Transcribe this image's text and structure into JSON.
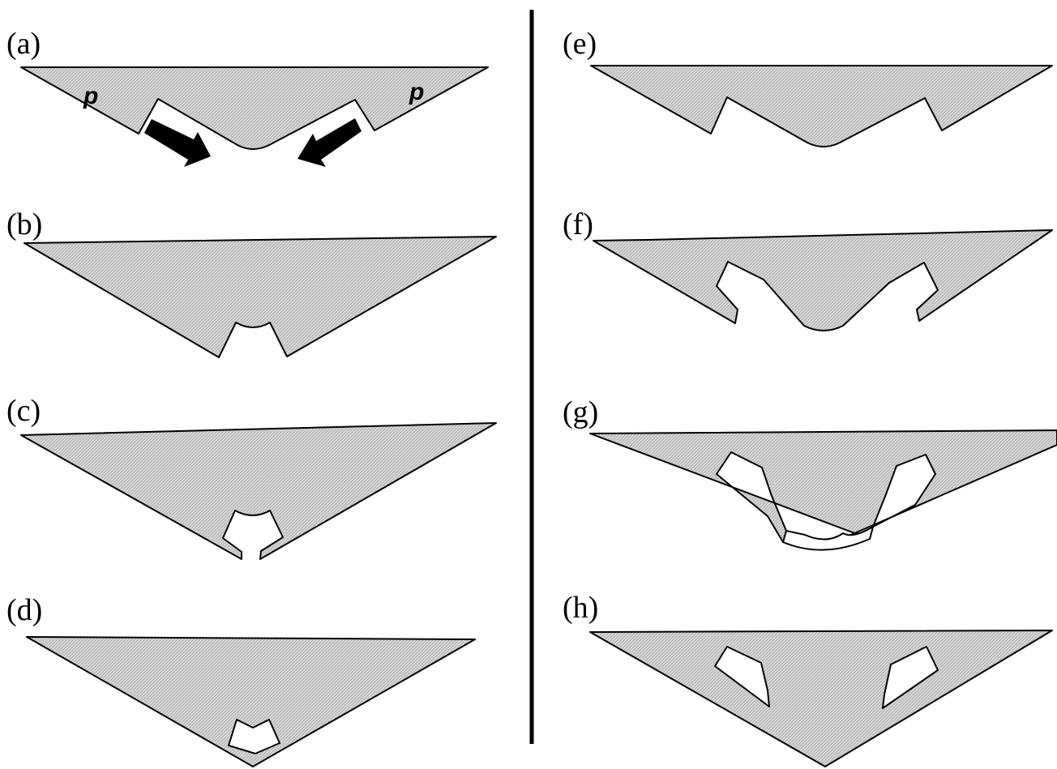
{
  "panels": {
    "a": {
      "label": "(a)",
      "left_label": "p",
      "right_label": "p"
    },
    "b": {
      "label": "(b)"
    },
    "c": {
      "label": "(c)"
    },
    "d": {
      "label": "(d)"
    },
    "e": {
      "label": "(e)"
    },
    "f": {
      "label": "(f)"
    },
    "g": {
      "label": "(g)"
    },
    "h": {
      "label": "(h)"
    }
  },
  "colors": {
    "fill": "#d6d6d6",
    "hatch": "#a8a8a8",
    "stroke": "#000000",
    "background": "#ffffff"
  }
}
